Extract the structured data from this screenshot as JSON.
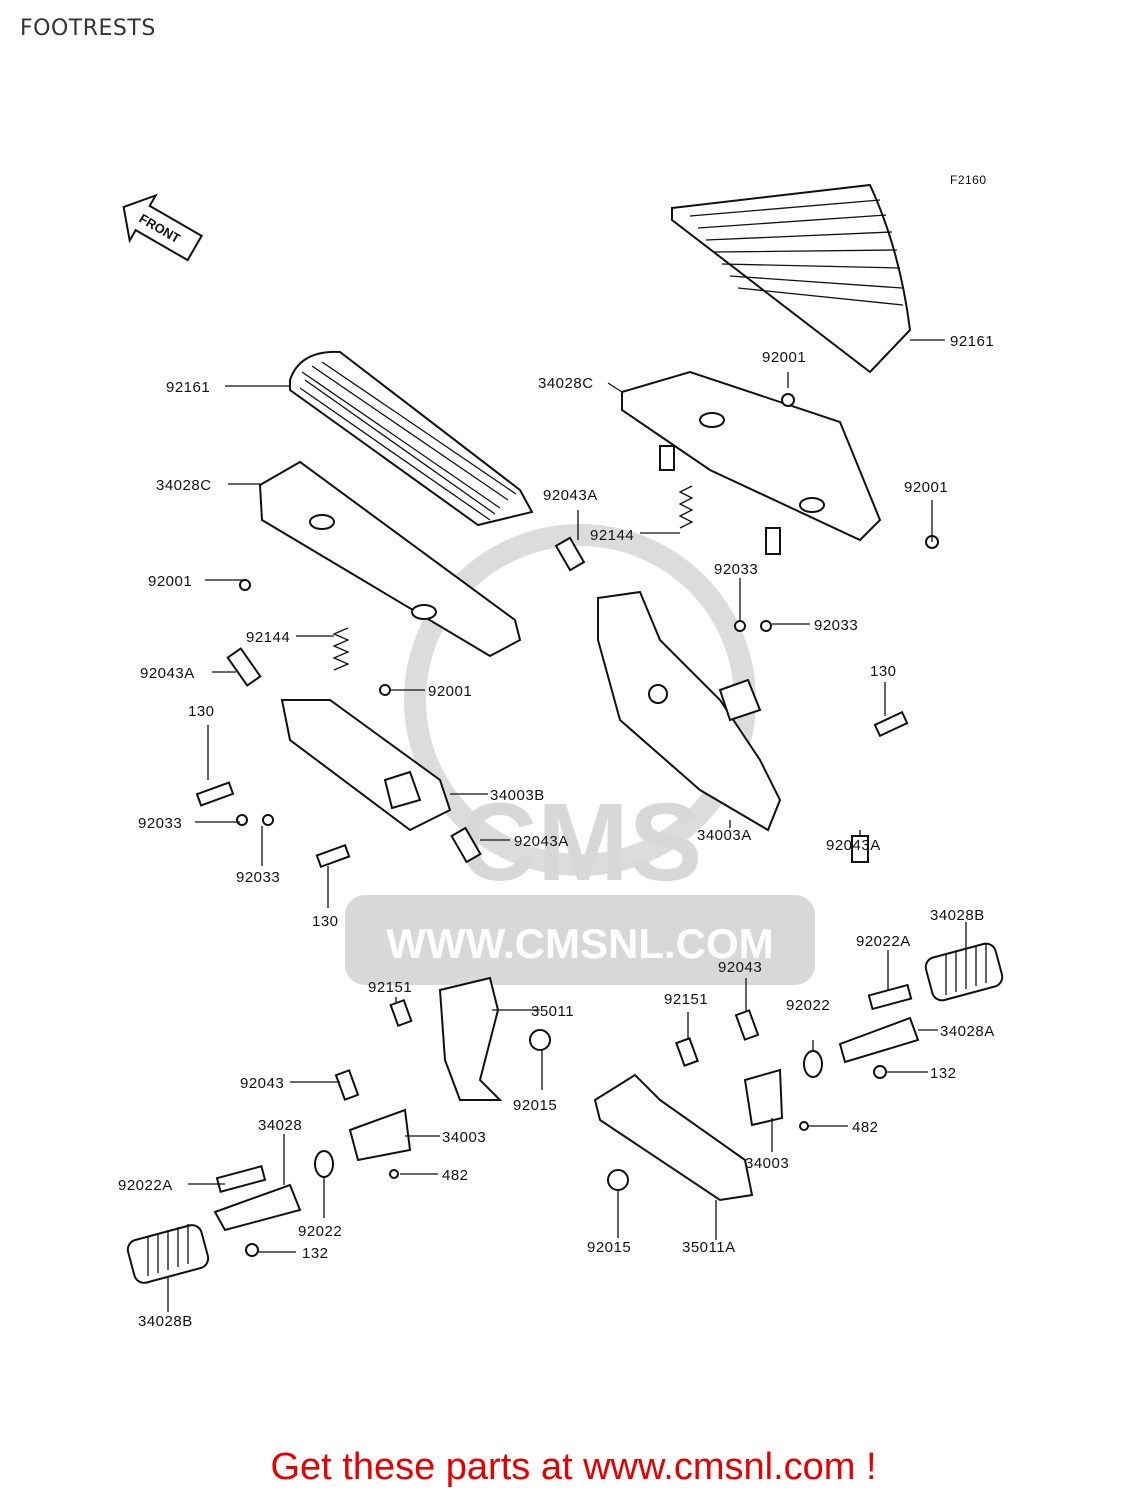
{
  "page_title": "FOOTRESTS",
  "figure_code": "F2160",
  "front_arrow": "FRONT",
  "watermark": {
    "brand": "CMS",
    "url": "WWW.CMSNL.COM"
  },
  "promo_text": "Get these parts at www.cmsnl.com !",
  "labels": {
    "l1": "92161",
    "l2": "92161",
    "l3": "34028C",
    "l4": "34028C",
    "l5": "92001",
    "l6": "92001",
    "l7": "92001",
    "l8": "92001",
    "l9": "92043A",
    "l10": "92043A",
    "l11": "92043A",
    "l12": "92043A",
    "l13": "92144",
    "l14": "92144",
    "l15": "92033",
    "l16": "92033",
    "l17": "92033",
    "l18": "92033",
    "l19": "130",
    "l20": "130",
    "l21": "130",
    "l22": "34003B",
    "l23": "34003A",
    "l24": "34028B",
    "l25": "34028B",
    "l26": "92022A",
    "l27": "92022A",
    "l28": "92043",
    "l29": "92043",
    "l30": "92151",
    "l31": "92151",
    "l32": "35011",
    "l33": "35011A",
    "l34": "92015",
    "l35": "92015",
    "l36": "34003",
    "l37": "34003",
    "l38": "482",
    "l39": "482",
    "l40": "34028",
    "l41": "34028A",
    "l42": "92022",
    "l43": "92022",
    "l44": "132",
    "l45": "132"
  }
}
